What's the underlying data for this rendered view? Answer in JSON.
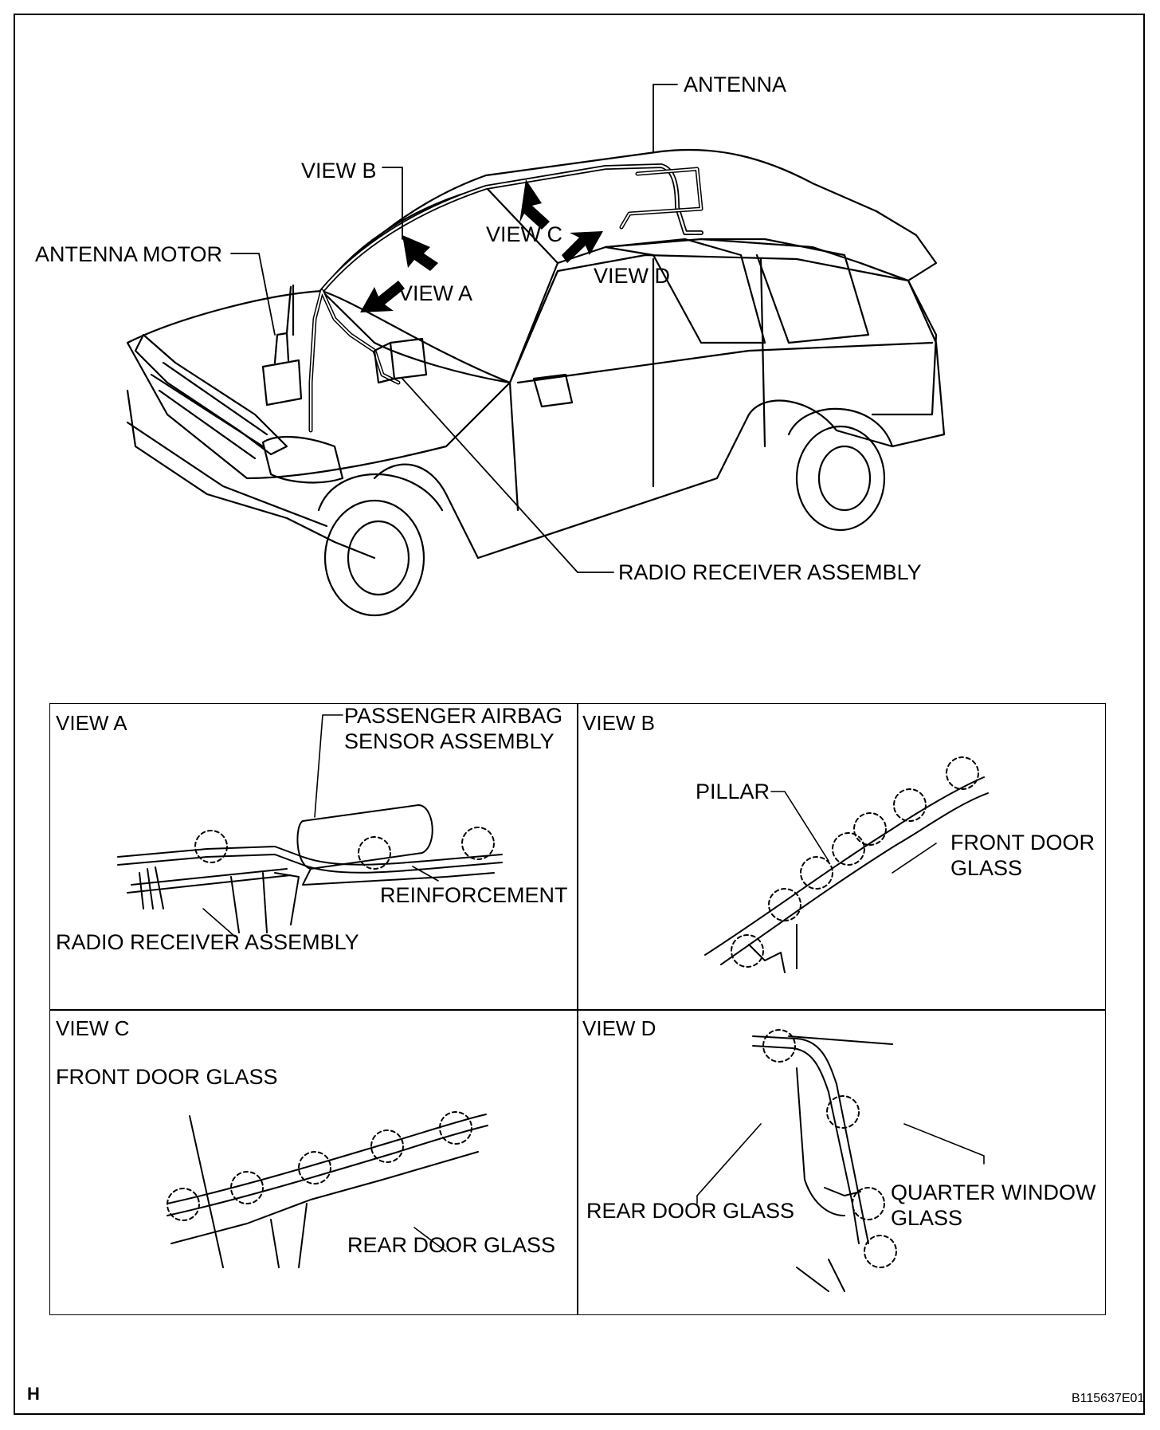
{
  "overview": {
    "labels": {
      "antenna": "ANTENNA",
      "view_b": "VIEW B",
      "view_c": "VIEW C",
      "view_d": "VIEW D",
      "view_a": "VIEW  A",
      "antenna_motor": "ANTENNA MOTOR",
      "radio_receiver": "RADIO RECEIVER ASSEMBLY"
    }
  },
  "views": {
    "a": {
      "title": "VIEW A",
      "passenger_airbag": "PASSENGER AIRBAG\nSENSOR ASSEMBLY",
      "reinforcement": "REINFORCEMENT",
      "radio_receiver": "RADIO RECEIVER ASSEMBLY"
    },
    "b": {
      "title": "VIEW B",
      "pillar": "PILLAR",
      "front_door_glass": "FRONT DOOR\nGLASS"
    },
    "c": {
      "title": "VIEW C",
      "front_door_glass": "FRONT DOOR GLASS",
      "rear_door_glass": "REAR DOOR GLASS"
    },
    "d": {
      "title": "VIEW D",
      "rear_door_glass": "REAR DOOR GLASS",
      "quarter_window": "QUARTER WINDOW\nGLASS"
    }
  },
  "footer": {
    "page_mark": "H",
    "figure_code": "B115637E01"
  },
  "colors": {
    "line": "#000000",
    "background": "#ffffff"
  }
}
